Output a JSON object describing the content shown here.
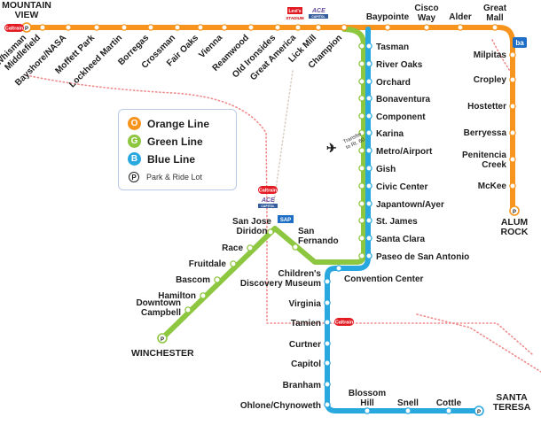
{
  "colors": {
    "orange": "#f7941d",
    "green": "#8dc63f",
    "blue": "#29a8e0",
    "rail": "#f08a8a",
    "caltrain": "#e31b23"
  },
  "legend": {
    "orange": {
      "badge": "O",
      "label": "Orange Line"
    },
    "green": {
      "badge": "G",
      "label": "Green Line"
    },
    "blue": {
      "badge": "B",
      "label": "Blue Line"
    },
    "park": {
      "badge": "P",
      "label": "Park & Ride Lot"
    }
  },
  "terminals": {
    "mountain_view": [
      "MOUNTAIN",
      "VIEW"
    ],
    "alum_rock": [
      "ALUM",
      "ROCK"
    ],
    "winchester": "WINCHESTER",
    "santa_teresa": [
      "SANTA",
      "TERESA"
    ]
  },
  "orange_top_stations": [
    "Whisman",
    "Middlefield",
    "Bayshore/NASA",
    "Moffett Park",
    "Lockheed Martin",
    "Borregas",
    "Crossman",
    "Fair Oaks",
    "Vienna",
    "Reamwood",
    "Old Ironsides",
    "Great America",
    "Lick Mill",
    "Champion"
  ],
  "orange_east_top": [
    {
      "name": "Baypointe",
      "lines": [
        "Baypointe"
      ]
    },
    {
      "name": "Cisco Way",
      "lines": [
        "Cisco",
        "Way"
      ]
    },
    {
      "name": "Alder",
      "lines": [
        "Alder"
      ]
    },
    {
      "name": "Great Mall",
      "lines": [
        "Great",
        "Mall"
      ]
    }
  ],
  "orange_east_side": [
    {
      "name": "Milpitas",
      "lines": [
        "Milpitas"
      ]
    },
    {
      "name": "Cropley",
      "lines": [
        "Cropley"
      ]
    },
    {
      "name": "Hostetter",
      "lines": [
        "Hostetter"
      ]
    },
    {
      "name": "Berryessa",
      "lines": [
        "Berryessa"
      ]
    },
    {
      "name": "Penitencia Creek",
      "lines": [
        "Penitencia",
        "Creek"
      ]
    },
    {
      "name": "McKee",
      "lines": [
        "McKee"
      ]
    }
  ],
  "trunk_stations": [
    "Tasman",
    "River Oaks",
    "Orchard",
    "Bonaventura",
    "Component",
    "Karina",
    "Metro/Airport",
    "Gish",
    "Civic Center",
    "Japantown/Ayer",
    "St. James",
    "Santa Clara",
    "Paseo de San Antonio"
  ],
  "convention_center": "Convention Center",
  "green_west": [
    {
      "name": "San Jose Diridon",
      "lines": [
        "San Jose",
        "Diridon"
      ]
    },
    {
      "name": "Race",
      "lines": [
        "Race"
      ]
    },
    {
      "name": "Fruitdale",
      "lines": [
        "Fruitdale"
      ]
    },
    {
      "name": "Bascom",
      "lines": [
        "Bascom"
      ]
    },
    {
      "name": "Hamilton",
      "lines": [
        "Hamilton"
      ]
    },
    {
      "name": "Downtown Campbell",
      "lines": [
        "Downtown",
        "Campbell"
      ]
    }
  ],
  "san_fernando": [
    "San",
    "Fernando"
  ],
  "blue_south": [
    {
      "name": "Children's Discovery Museum",
      "lines": [
        "Children's",
        "Discovery Museum"
      ]
    },
    {
      "name": "Virginia",
      "lines": [
        "Virginia"
      ]
    },
    {
      "name": "Tamien",
      "lines": [
        "Tamien"
      ]
    },
    {
      "name": "Curtner",
      "lines": [
        "Curtner"
      ]
    },
    {
      "name": "Capitol",
      "lines": [
        "Capitol"
      ]
    },
    {
      "name": "Branham",
      "lines": [
        "Branham"
      ]
    },
    {
      "name": "Ohlone/Chynoweth",
      "lines": [
        "Ohlone/Chynoweth"
      ]
    }
  ],
  "blue_bottom": [
    {
      "name": "Blossom Hill",
      "lines": [
        "Blossom",
        "Hill"
      ]
    },
    {
      "name": "Snell",
      "lines": [
        "Snell"
      ]
    },
    {
      "name": "Cottle",
      "lines": [
        "Cottle"
      ]
    }
  ],
  "transfer_note": [
    "Transfer",
    "to Rt. 60"
  ],
  "logos": {
    "caltrain": [
      "Cal",
      "train"
    ],
    "levis": [
      "Levi's",
      "STADIUM"
    ],
    "ace": "ACE",
    "capitol": "CAPITOL",
    "sap": "SAP",
    "bart": "ba"
  }
}
